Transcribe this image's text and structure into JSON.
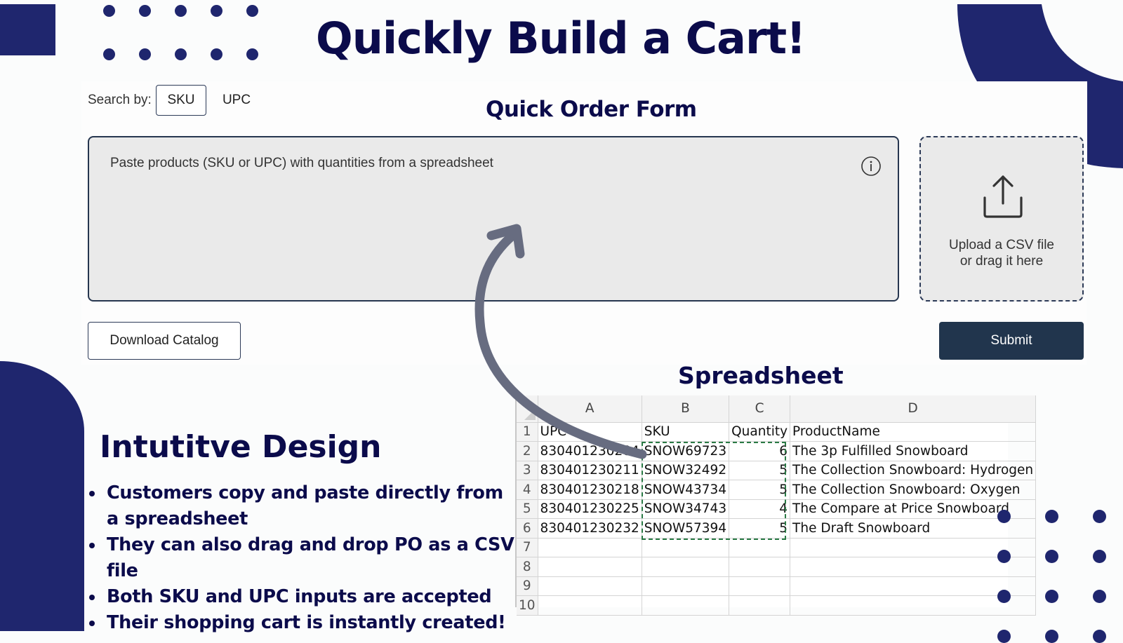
{
  "header": {
    "title": "Quickly Build a Cart!",
    "form_title": "Quick Order Form"
  },
  "search": {
    "label": "Search by:",
    "options": [
      "SKU",
      "UPC"
    ],
    "selected": "SKU"
  },
  "paste_area": {
    "placeholder": "Paste products (SKU or UPC) with quantities from a spreadsheet",
    "info_icon": "info-icon"
  },
  "upload": {
    "icon": "upload-icon",
    "line1": "Upload a CSV file",
    "line2": "or drag it here"
  },
  "buttons": {
    "download_catalog": "Download Catalog",
    "submit": "Submit"
  },
  "features": {
    "title": "Intutitve Design",
    "items": [
      "Customers copy and paste directly from a spreadsheet",
      "They can also drag and drop PO as a CSV file",
      "Both SKU and UPC inputs are accepted",
      "Their shopping cart is instantly created!"
    ]
  },
  "spreadsheet": {
    "title": "Spreadsheet",
    "column_letters": [
      "A",
      "B",
      "C",
      "D"
    ],
    "row_numbers": [
      "1",
      "2",
      "3",
      "4",
      "5",
      "6",
      "7",
      "8",
      "9",
      "10"
    ],
    "header_row": [
      "UPC",
      "SKU",
      "Quantity",
      "ProductName"
    ],
    "rows": [
      [
        "830401230204",
        "SNOW69723",
        "6",
        "The 3p Fulfilled Snowboard"
      ],
      [
        "830401230211",
        "SNOW32492",
        "5",
        "The Collection Snowboard: Hydrogen"
      ],
      [
        "830401230218",
        "SNOW43734",
        "5",
        "The Collection Snowboard: Oxygen"
      ],
      [
        "830401230225",
        "SNOW34743",
        "4",
        "The Compare at Price Snowboard"
      ],
      [
        "830401230232",
        "SNOW57394",
        "5",
        "The Draft Snowboard"
      ]
    ]
  },
  "colors": {
    "brand_navy": "#1f266e",
    "heading_navy": "#0b0b4b",
    "submit_bg": "#21354d",
    "input_bg": "#eaeaea",
    "arrow_gray": "#676c80",
    "selection_green": "#2a7a45"
  }
}
